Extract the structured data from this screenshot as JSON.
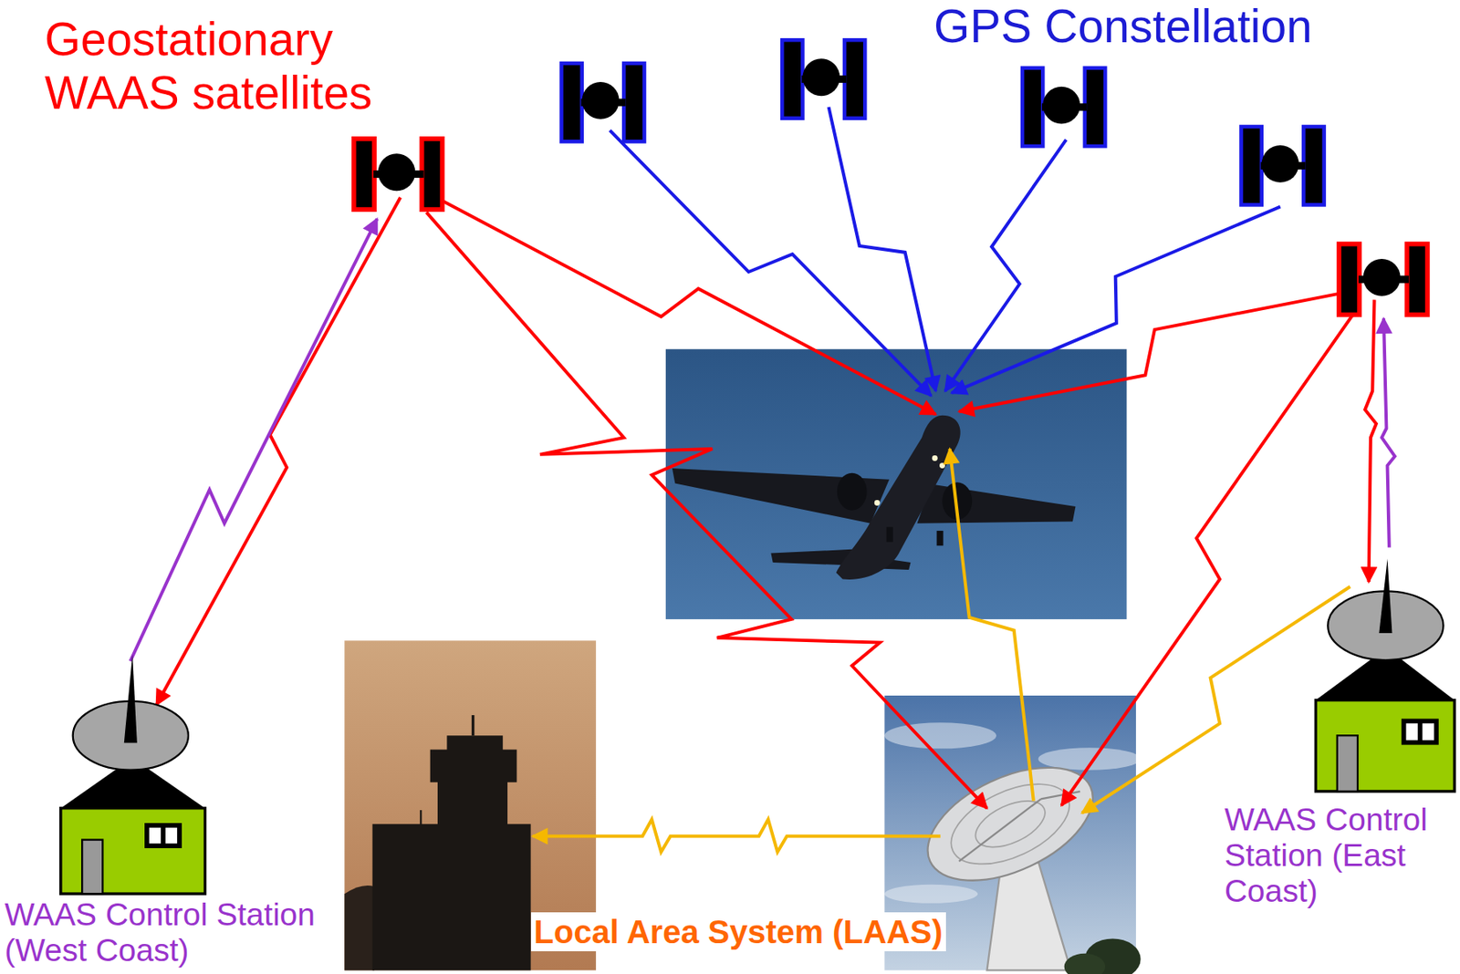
{
  "diagram": {
    "nodes": [
      {
        "text": [
          "WAAS Control Station (West Coast)"
        ]
      },
      {
        "text": [
          "WAAS Control Station (East Coast)"
        ]
      }
    ],
    "labels": [
      "Geostationary WAAS satellites",
      "GPS Constellation",
      "Local Area System (LAAS)"
    ]
  }
}
